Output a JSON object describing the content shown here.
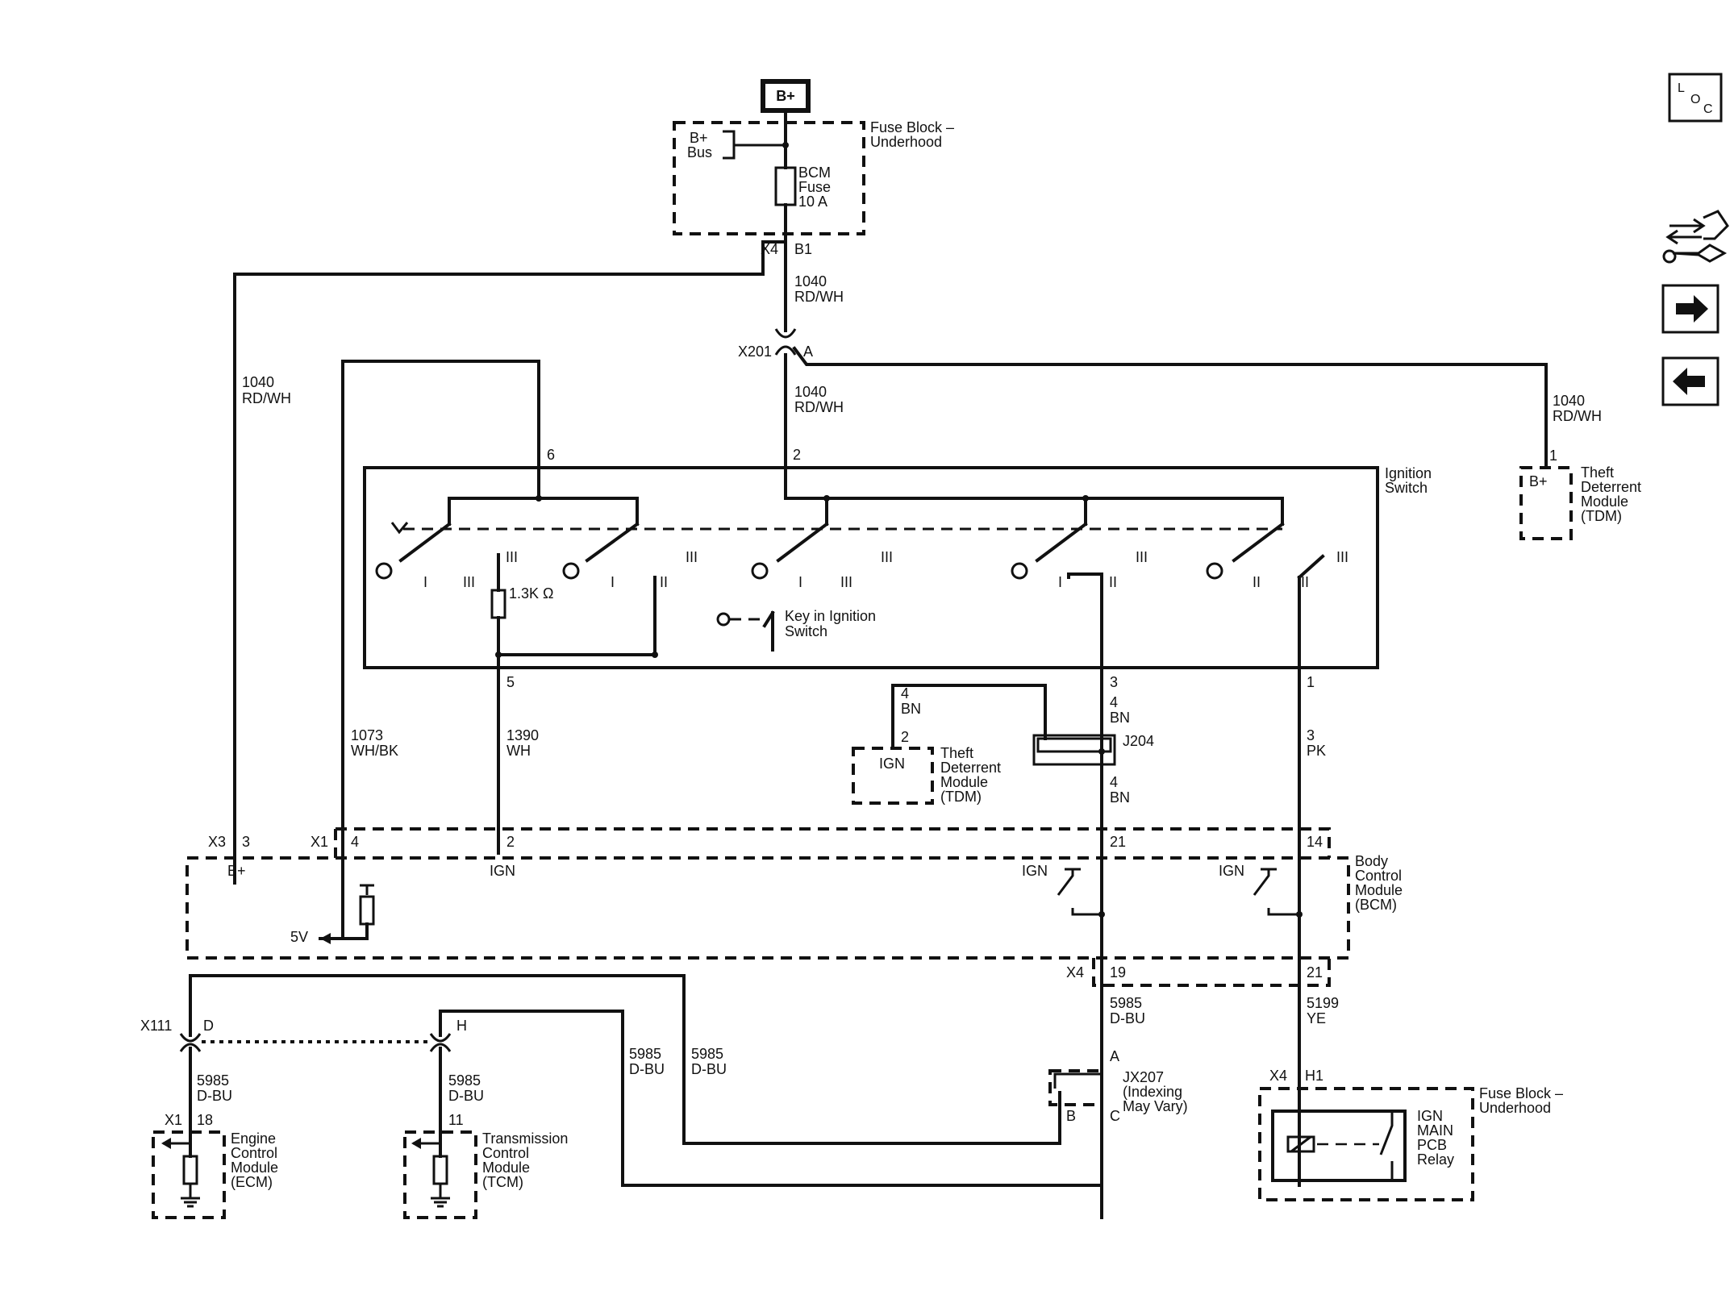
{
  "supply": {
    "bplus": "B+"
  },
  "fuse_block_top": {
    "title_l1": "Fuse Block –",
    "title_l2": "Underhood",
    "bus_l1": "B+",
    "bus_l2": "Bus",
    "fuse_l1": "BCM",
    "fuse_l2": "Fuse",
    "fuse_l3": "10 A",
    "connector": "X4",
    "pin": "B1"
  },
  "wires": {
    "w1040_num": "1040",
    "w1040_color": "RD/WH",
    "w1073_num": "1073",
    "w1073_color": "WH/BK",
    "w1390_num": "1390",
    "w1390_color": "WH",
    "bn_num": "4",
    "bn_color": "BN",
    "pk_num": "3",
    "pk_color": "PK",
    "w5985_num": "5985",
    "w5985_color": "D-BU",
    "w5199_num": "5199",
    "w5199_color": "YE"
  },
  "x201": {
    "label": "X201",
    "pin": "A"
  },
  "ignition_switch": {
    "title_l1": "Ignition",
    "title_l2": "Switch",
    "pin6": "6",
    "pin2": "2",
    "pin5": "5",
    "pin3": "3",
    "pin1": "1",
    "pos_i": "I",
    "pos_ii": "II",
    "pos_iii": "III",
    "resistor": "1.3K Ω",
    "key_l1": "Key in Ignition",
    "key_l2": "Switch"
  },
  "tdm_top": {
    "pin": "1",
    "bplus": "B+",
    "l1": "Theft",
    "l2": "Deterrent",
    "l3": "Module",
    "l4": "(TDM)"
  },
  "tdm_mid": {
    "pin": "2",
    "ign": "IGN",
    "l1": "Theft",
    "l2": "Deterrent",
    "l3": "Module",
    "l4": "(TDM)"
  },
  "splice_j204": "J204",
  "bcm": {
    "l1": "Body",
    "l2": "Control",
    "l3": "Module",
    "l4": "(BCM)",
    "x3": "X3",
    "x3_pin": "3",
    "bplus": "B+",
    "x1": "X1",
    "x1_pin4": "4",
    "x1_pin2": "2",
    "x1_pin21": "21",
    "x1_pin14": "14",
    "ign": "IGN",
    "ign_a": "IGN",
    "ign_b": "IGN",
    "v5": "5V",
    "x4": "X4",
    "x4_pin19": "19",
    "x4_pin21": "21"
  },
  "x111": {
    "label": "X111",
    "pin_d": "D",
    "pin_h": "H"
  },
  "ecm": {
    "conn": "X1",
    "pin": "18",
    "l1": "Engine",
    "l2": "Control",
    "l3": "Module",
    "l4": "(ECM)"
  },
  "tcm": {
    "pin": "11",
    "l1": "Transmission",
    "l2": "Control",
    "l3": "Module",
    "l4": "(TCM)"
  },
  "jx207": {
    "label": "JX207",
    "note_l1": "(Indexing",
    "note_l2": "May Vary)",
    "pin_a": "A",
    "pin_b": "B",
    "pin_c": "C"
  },
  "fuse_block_bottom": {
    "title_l1": "Fuse Block –",
    "title_l2": "Underhood",
    "connector": "X4",
    "pin": "H1",
    "relay_l1": "IGN",
    "relay_l2": "MAIN",
    "relay_l3": "PCB",
    "relay_l4": "Relay"
  },
  "nav": {
    "loc_l": "L",
    "loc_o": "O",
    "loc_c": "C",
    "icons": [
      "locator-icon",
      "connector-wrench-icon",
      "next-arrow-icon",
      "prev-arrow-icon"
    ]
  }
}
